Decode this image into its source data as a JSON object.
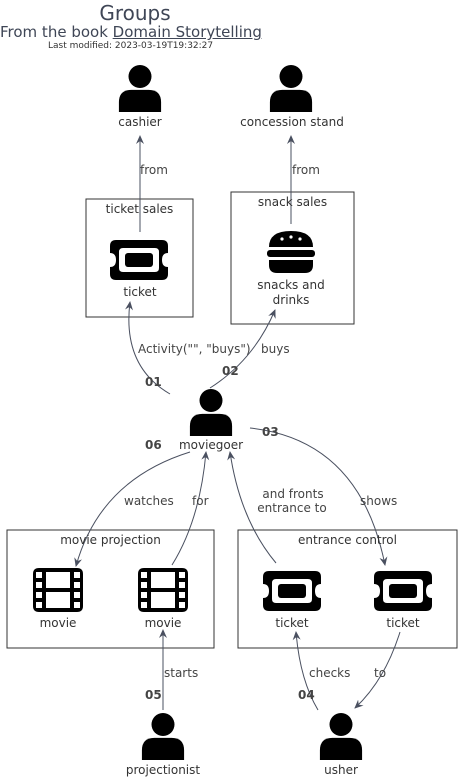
{
  "header": {
    "title": "Groups",
    "subtitle_prefix": "From the book ",
    "subtitle_link": "Domain Storytelling",
    "last_modified": "Last modified: 2023-03-19T19:32:27"
  },
  "actors": {
    "cashier": "cashier",
    "concession": "concession stand",
    "moviegoer": "moviegoer",
    "projectionist": "projectionist",
    "usher": "usher"
  },
  "groups": {
    "ticket_sales": "ticket sales",
    "snack_sales": "snack sales",
    "movie_projection": "movie projection",
    "entrance_control": "entrance control"
  },
  "work_objects": {
    "ticket_sales_ticket": "ticket",
    "snacks": [
      "snacks and",
      "drinks"
    ],
    "movie_1": "movie",
    "movie_2": "movie",
    "entrance_ticket_1": "ticket",
    "entrance_ticket_2": "ticket"
  },
  "edges": {
    "from_1": "from",
    "from_2": "from",
    "activity": "Activity(\"\", \"buys\")",
    "buys": "buys",
    "watches": "watches",
    "for": "for",
    "and_fronts": [
      "and fronts",
      "entrance to"
    ],
    "shows": "shows",
    "starts": "starts",
    "checks": "checks",
    "to": "to"
  },
  "steps": [
    "01",
    "02",
    "03",
    "04",
    "05",
    "06"
  ],
  "colors": {
    "arrow": "#4a5060",
    "box": "#333333",
    "icon": "#000000"
  }
}
